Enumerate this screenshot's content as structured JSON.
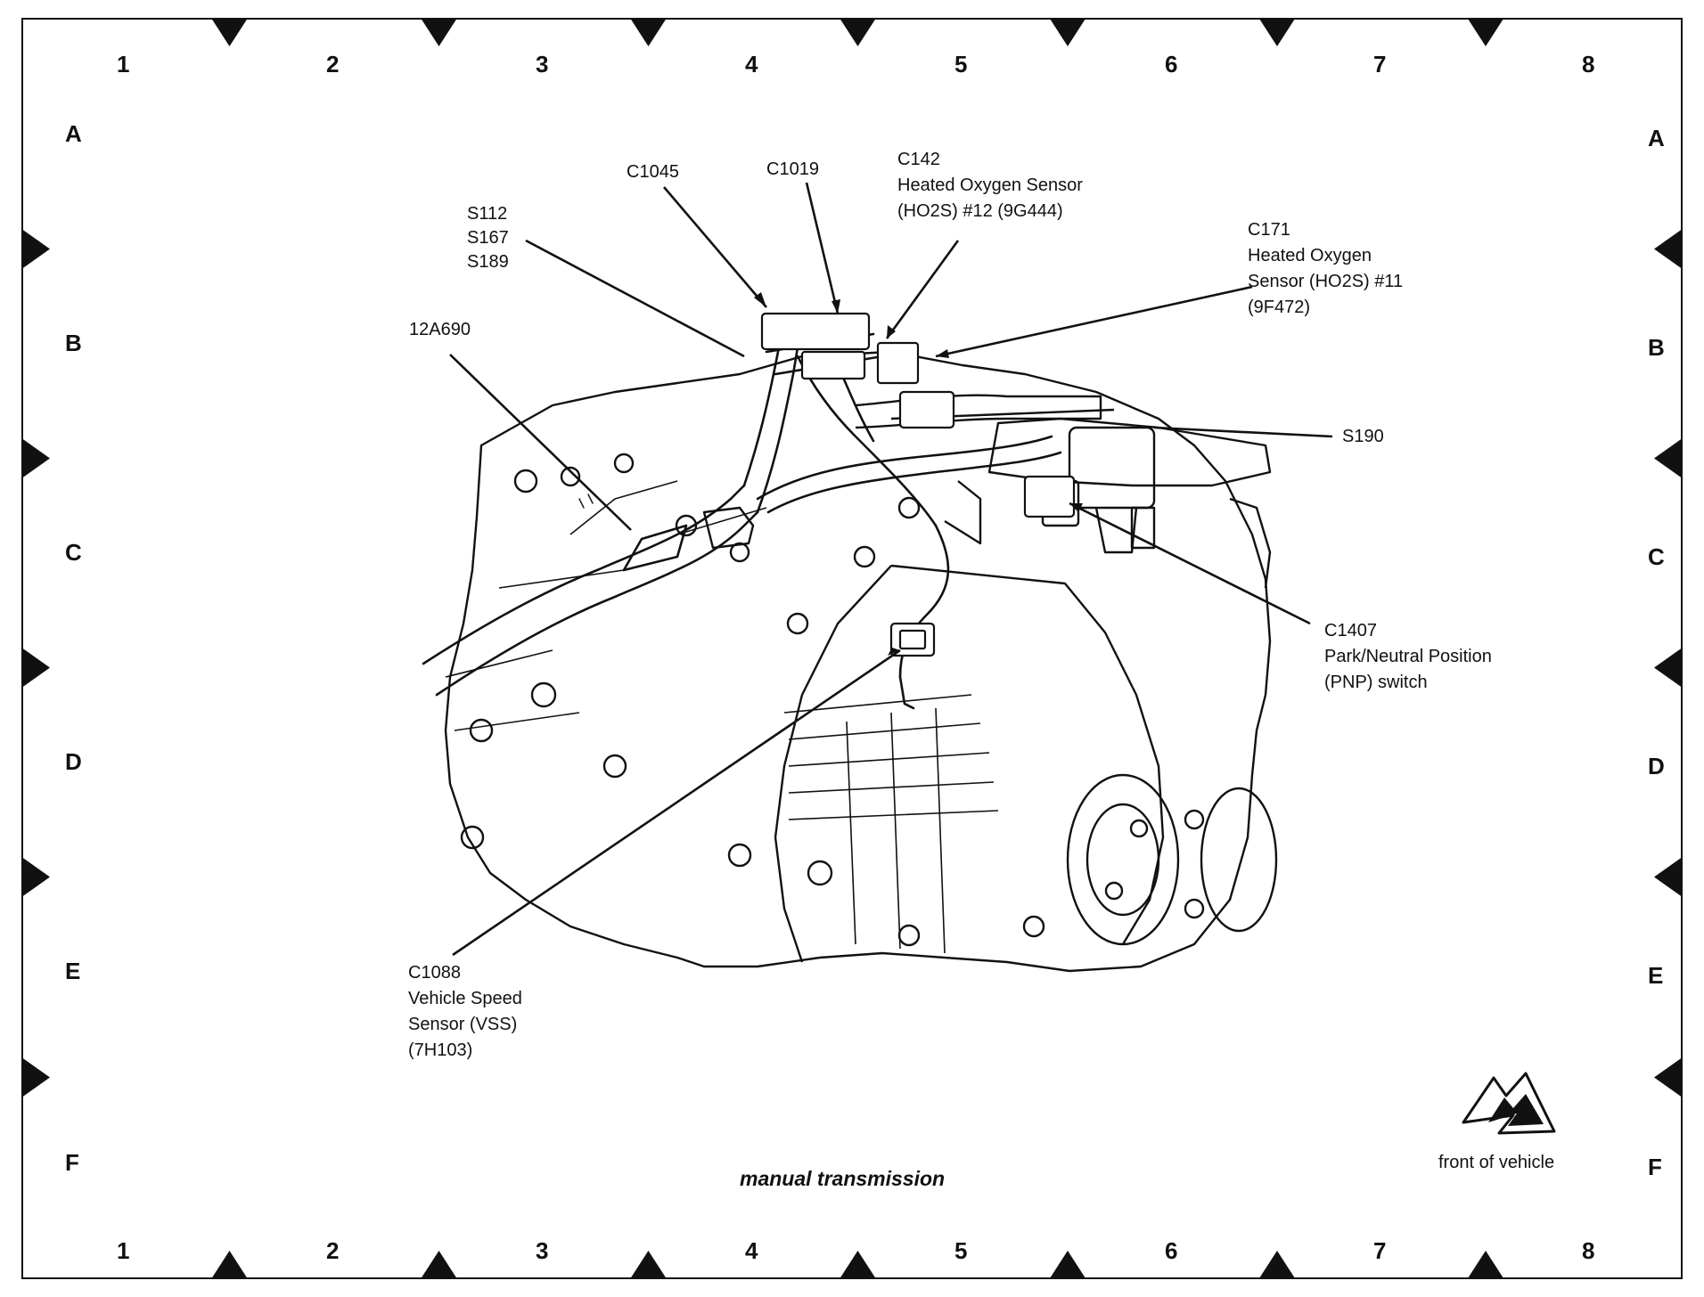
{
  "grid": {
    "columns": [
      "1",
      "2",
      "3",
      "4",
      "5",
      "6",
      "7",
      "8"
    ],
    "rows": [
      "A",
      "B",
      "C",
      "D",
      "E",
      "F"
    ]
  },
  "callouts": {
    "c1045": [
      "C1045"
    ],
    "c1019": [
      "C1019"
    ],
    "c142": [
      "C142",
      "Heated Oxygen Sensor",
      "(HO2S) #12 (9G444)"
    ],
    "s112": [
      "S112",
      "S167",
      "S189"
    ],
    "c171": [
      "C171",
      "Heated Oxygen",
      "Sensor (HO2S) #11",
      "(9F472)"
    ],
    "wire12a690": [
      "12A690"
    ],
    "s190": [
      "S190"
    ],
    "c1407": [
      "C1407",
      "Park/Neutral Position",
      "(PNP) switch"
    ],
    "c1088": [
      "C1088",
      "Vehicle Speed",
      "Sensor (VSS)",
      "(7H103)"
    ]
  },
  "caption": "manual transmission",
  "front_label": "front of vehicle",
  "icons": [
    "front-of-vehicle-arrow-icon"
  ]
}
